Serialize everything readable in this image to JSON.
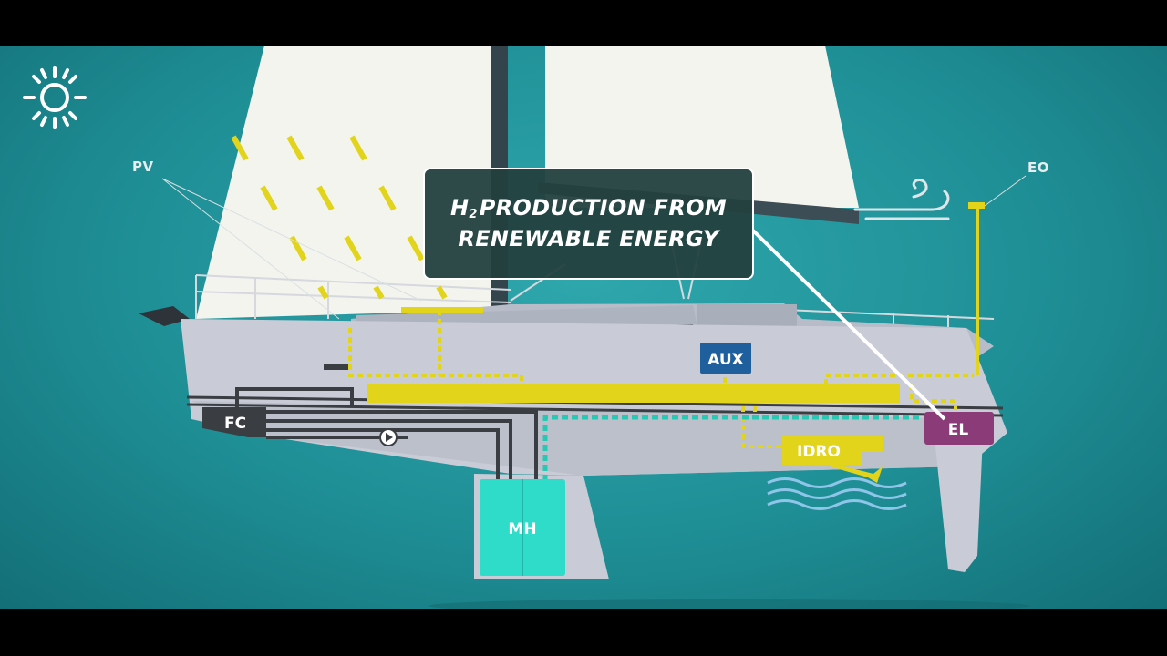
{
  "callout": {
    "title_prefix": "H",
    "title_subscript": "2",
    "title_line1": "PRODUCTION FROM",
    "title_line2": "RENEWABLE ENERGY"
  },
  "labels": {
    "pv": "PV",
    "eo": "EO",
    "aux": "AUX",
    "fc": "FC",
    "el": "EL",
    "idro": "IDRO",
    "mh": "MH"
  },
  "icons": {
    "top_left": "sun-icon",
    "wind": "wind-icon",
    "water": "waves-icon",
    "pump": "play-icon"
  },
  "colors": {
    "background": "#1f8f96",
    "hull": "#c9ccd6",
    "sail": "#f4f4ee",
    "yellow_pipe": "#e2d41a",
    "teal_pipe": "#27c9b4",
    "dark_pipe": "#3a3d42",
    "callout_bg": "#23403e",
    "aux_box": "#1f5f9e",
    "el_box": "#8a3b78",
    "fc_box": "#3a3d42",
    "mh_box": "#2fdcc9",
    "idro_box": "#e2d41a",
    "waves": "#8fc5e8"
  }
}
